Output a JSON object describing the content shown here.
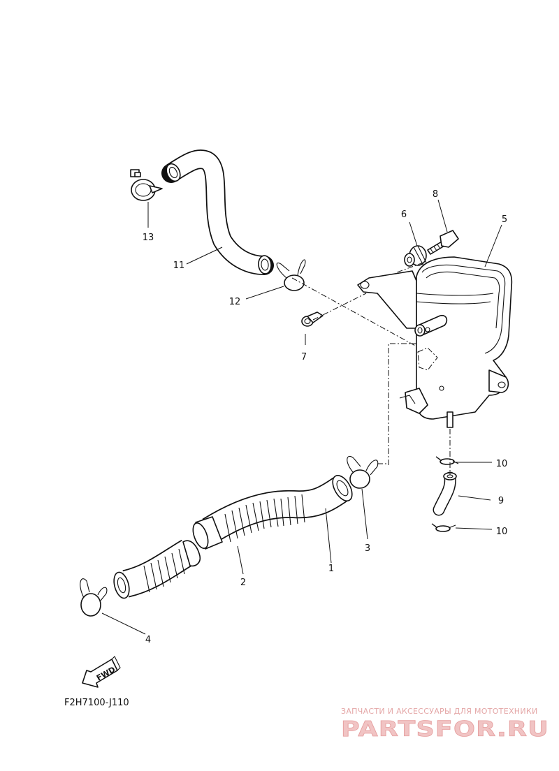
{
  "diagram": {
    "drawing_code": "F2H7100-J110",
    "fwd_label": "FWD",
    "callouts": [
      "1",
      "2",
      "3",
      "4",
      "5",
      "6",
      "7",
      "8",
      "9",
      "10",
      "10",
      "11",
      "12",
      "13"
    ]
  },
  "watermark": {
    "tagline": "ЗАПЧАСТИ И АКСЕССУАРЫ ДЛЯ МОТОТЕХНИКИ",
    "brand": "PARTSFOR.RU"
  }
}
